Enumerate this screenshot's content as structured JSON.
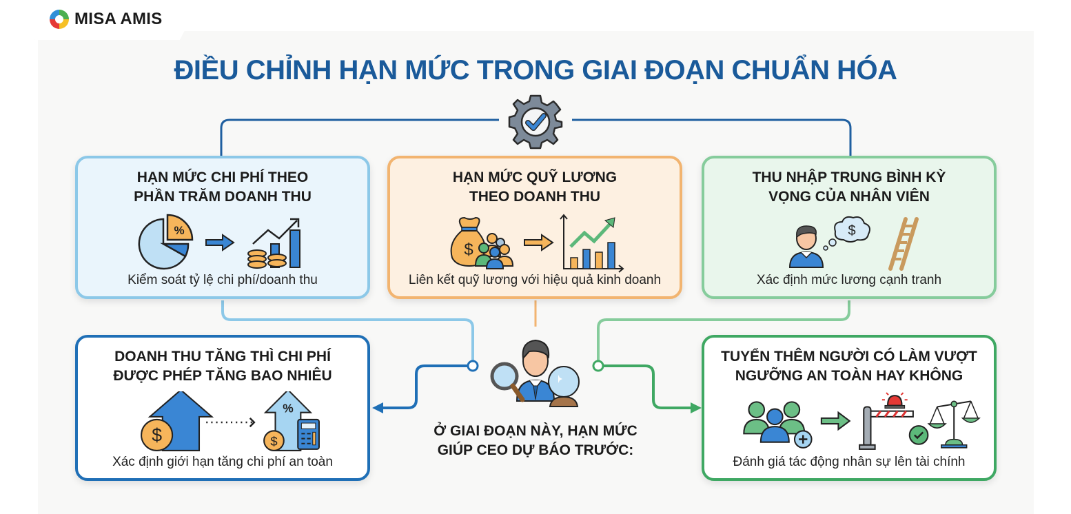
{
  "brand": {
    "name": "MISA AMIS",
    "colors": [
      "#2f8fd8",
      "#4caf50",
      "#f6c026",
      "#e53935"
    ]
  },
  "title": "ĐIỀU CHỈNH HẠN MỨC TRONG GIAI ĐOẠN CHUẨN HÓA",
  "colors": {
    "title": "#1a5a9a",
    "light_blue": "#8cc8e8",
    "orange": "#f2b470",
    "light_green": "#86cc9c",
    "dark_blue": "#1f6fb6",
    "green": "#3fa863"
  },
  "hub_icon": "gear-check-icon",
  "cards": [
    {
      "title_line1": "HẠN MỨC CHI PHÍ THEO",
      "title_line2": "PHẦN TRĂM DOANH THU",
      "description": "Kiểm soát tỷ lệ chi phí/doanh thu",
      "icons": [
        "pie-chart-percent-icon",
        "arrow-right-icon",
        "coins-growth-chart-icon"
      ],
      "percent_symbol": "%"
    },
    {
      "title_line1": "HẠN MỨC QUỸ LƯƠNG",
      "title_line2": "THEO DOANH THU",
      "description": "Liên kết quỹ lương với hiệu quả kinh doanh",
      "icons": [
        "money-bag-people-icon",
        "arrow-right-icon",
        "bar-chart-trend-icon"
      ],
      "currency_symbol": "$"
    },
    {
      "title_line1": "THU NHẬP TRUNG BÌNH KỲ",
      "title_line2": "VỌNG CỦA NHÂN VIÊN",
      "description": "Xác định mức lương cạnh tranh",
      "icons": [
        "employee-thinking-money-icon",
        "ladder-icon"
      ],
      "currency_symbol": "$"
    },
    {
      "title_line1": "DOANH THU TĂNG THÌ CHI PHÍ",
      "title_line2": "ĐƯỢC PHÉP TĂNG BAO NHIÊU",
      "description": "Xác định giới hạn tăng chi phí an toàn",
      "icons": [
        "coin-up-arrow-icon",
        "dotted-arrow-icon",
        "percent-arrow-calculator-icon"
      ],
      "currency_symbol": "$",
      "percent_symbol": "%"
    },
    {
      "title_line1": "TUYỂN THÊM NGƯỜI CÓ LÀM VƯỢT",
      "title_line2": "NGƯỠNG AN TOÀN HAY KHÔNG",
      "description": "Đánh giá tác động nhân sự lên tài chính",
      "icons": [
        "add-people-icon",
        "arrow-right-icon",
        "barrier-alarm-check-icon",
        "scales-icon"
      ]
    }
  ],
  "center": {
    "icon": "ceo-forecast-icon",
    "text_line1": "Ở GIAI ĐOẠN NÀY, HẠN MỨC",
    "text_line2": "GIÚP CEO DỰ BÁO TRƯỚC:"
  }
}
